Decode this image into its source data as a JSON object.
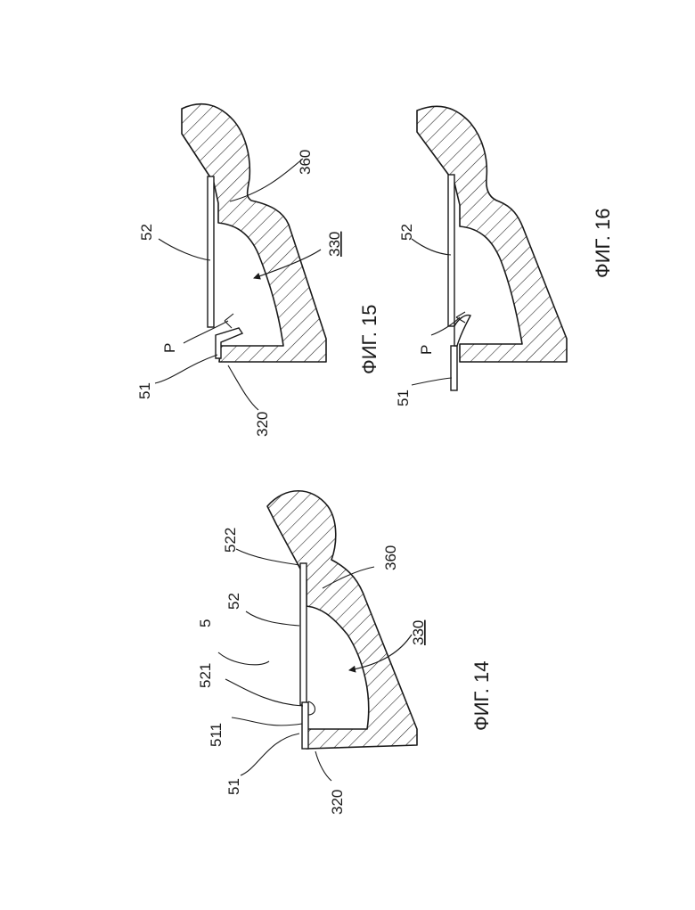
{
  "figures": [
    {
      "caption": "ФИГ. 14",
      "labels": {
        "assembly": "5",
        "strip_a": "51",
        "end_a": "511",
        "end_b": "521",
        "strip_b": "52",
        "end_c": "522",
        "chamber": "330",
        "boss": "360",
        "wall": "320"
      }
    },
    {
      "caption": "ФИГ. 15",
      "labels": {
        "strip_b": "52",
        "boss": "360",
        "chamber": "330",
        "pressure": "P",
        "strip_a": "51",
        "wall": "320"
      }
    },
    {
      "caption": "ФИГ. 16",
      "labels": {
        "strip_b": "52",
        "pressure": "P",
        "strip_a": "51"
      }
    }
  ]
}
